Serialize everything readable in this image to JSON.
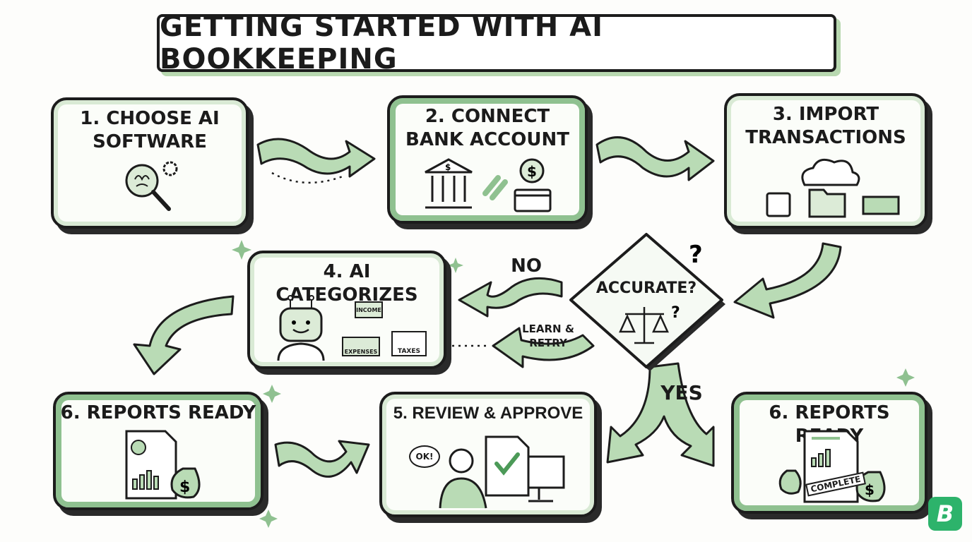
{
  "title": "GETTING STARTED WITH AI BOOKKEEPING",
  "steps": {
    "choose": {
      "line1": "1. CHOOSE AI",
      "line2": "SOFTWARE",
      "icon": "brain-magnifier-gear-icon"
    },
    "connect": {
      "line1": "2. CONNECT",
      "line2": "BANK ACCOUNT",
      "icon": "bank-link-card-icon"
    },
    "import": {
      "line1": "3. IMPORT",
      "line2": "TRANSACTIONS",
      "icon": "cloud-folder-calendar-cash-icon"
    },
    "categorize": {
      "title": "4. AI CATEGORIZES",
      "folders": [
        "INCOME",
        "EXPENSES",
        "TAXES"
      ],
      "icon": "robot-icon"
    },
    "review": {
      "title": "5. REVIEW & APPROVE",
      "speech": "OK!",
      "icon": "person-approve-document-icon"
    },
    "reports_left": {
      "title": "6. REPORTS READY",
      "icon": "report-moneybag-icon"
    },
    "reports_right": {
      "title": "6. REPORTS READY",
      "stamp": "COMPLETE",
      "icon": "report-complete-moneybag-icon"
    }
  },
  "decision": {
    "question": "ACCURATE?",
    "no": "NO",
    "retry": "LEARN & RETRY",
    "yes": "YES",
    "icon": "balance-scale-icon"
  },
  "logo": "B",
  "colors": {
    "accent": "#b9dbb5",
    "accent_dark": "#8fc190",
    "logo": "#2db36b",
    "ink": "#1c1c1c"
  }
}
